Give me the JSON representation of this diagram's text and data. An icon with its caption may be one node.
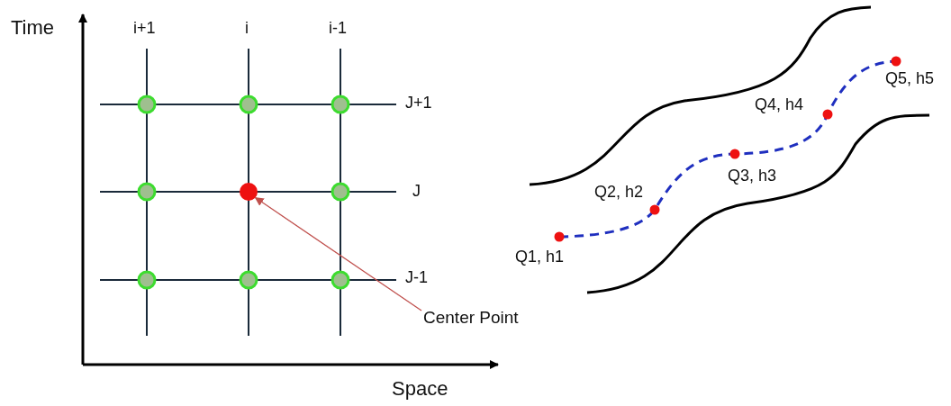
{
  "diagram": {
    "nodes": [
      {
        "text": [
          "Center Point"
        ]
      },
      {
        "text": [],
        "shape": "circle"
      }
    ],
    "edges": [
      {
        "from": 0,
        "to": 1,
        "arrow": "to",
        "color": "#c0504d"
      }
    ],
    "labels": [
      "Time",
      "i+1",
      "i",
      "i-1",
      "Q5, h5",
      "J+1",
      "Q4, h4",
      "Q3, h3",
      "J",
      "Q2, h2",
      "Q1, h1",
      "J-1",
      "Space"
    ]
  }
}
